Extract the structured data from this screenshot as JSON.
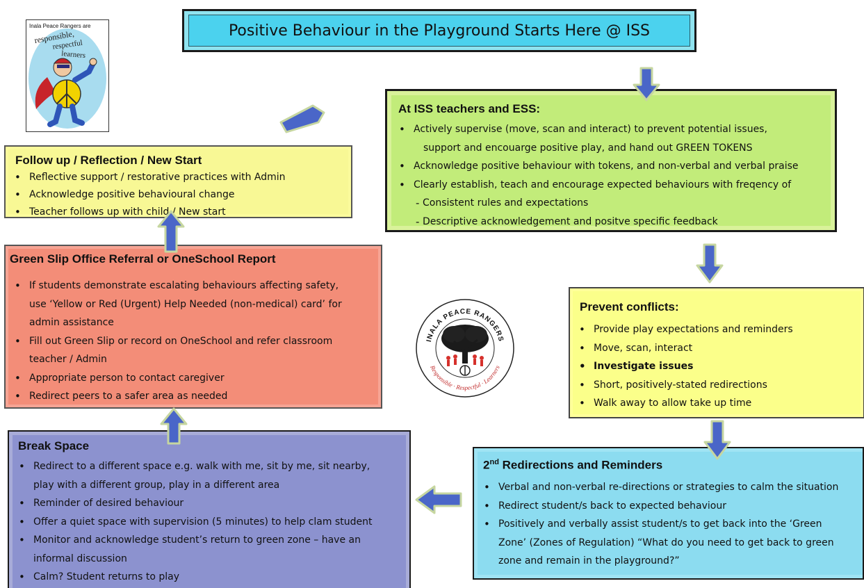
{
  "title": "Positive Behaviour in the Playground Starts Here @ ISS",
  "mascot": {
    "caption": "Inala Peace Rangers are",
    "words": [
      "responsible,",
      "respectful",
      "learners"
    ]
  },
  "logo": {
    "top_text": "INALA PEACE RANGERS",
    "bottom_text": "Responsible · Respectful · Learners"
  },
  "iss": {
    "heading": "At ISS teachers and ESS:",
    "items": [
      {
        "type": "bullet",
        "text": "Actively supervise (move, scan and interact) to prevent potential issues,"
      },
      {
        "type": "cont",
        "text": "support and encouarge positive play, and hand out GREEN TOKENS"
      },
      {
        "type": "bullet",
        "text": "Acknowledge positive behaviour with tokens, and non-verbal and verbal praise"
      },
      {
        "type": "bullet",
        "text": "Clearly establish, teach and encourage expected behaviours with freqency of"
      },
      {
        "type": "dash",
        "text": "Consistent rules and expectations"
      },
      {
        "type": "dash",
        "text": "Descriptive acknowledgement and positve specific feedback"
      }
    ]
  },
  "prevent": {
    "heading": "Prevent conflicts:",
    "items": [
      "Provide play expectations and reminders",
      "Move, scan, interact",
      "Investigate issues",
      "Short, positively-stated redirections",
      "Walk away to allow take up time"
    ]
  },
  "redirect": {
    "heading_prefix": "2",
    "heading_sup": "nd",
    "heading_rest": " Redirections and Reminders",
    "items": [
      {
        "type": "bullet",
        "text": "Verbal and non-verbal re-directions or strategies to calm the situation"
      },
      {
        "type": "bullet",
        "text": "Redirect student/s back to expected behaviour"
      },
      {
        "type": "bullet",
        "text": "Positively and verbally assist student/s to get back into the ‘Green"
      },
      {
        "type": "cont",
        "text": "Zone’ (Zones of Regulation) “What do you need to get back to green"
      },
      {
        "type": "cont",
        "text": "zone and remain in the playground?”"
      }
    ]
  },
  "break_space": {
    "heading": "Break Space",
    "items": [
      {
        "type": "bullet",
        "text": "Redirect to a different space e.g. walk with me, sit by me, sit nearby,"
      },
      {
        "type": "cont",
        "text": "play with a different group, play in a different area"
      },
      {
        "type": "bullet",
        "text": "Reminder of desired behaviour"
      },
      {
        "type": "bullet",
        "text": "Offer a quiet space with supervision (5 minutes) to help clam student"
      },
      {
        "type": "bullet",
        "text": "Monitor and acknowledge student’s return to green zone – have an"
      },
      {
        "type": "cont",
        "text": "informal discussion"
      },
      {
        "type": "bullet",
        "text": "Calm? Student returns to play"
      }
    ]
  },
  "green_slip": {
    "heading": "Green Slip Office Referral or OneSchool Report",
    "items": [
      {
        "type": "bullet",
        "text": "If students demonstrate escalating behaviours affecting safety,"
      },
      {
        "type": "cont",
        "text": "use ‘Yellow or Red (Urgent) Help Needed (non-medical) card’ for"
      },
      {
        "type": "cont",
        "text": "admin assistance"
      },
      {
        "type": "bullet",
        "text": "Fill out Green Slip or record on OneSchool and refer classroom"
      },
      {
        "type": "cont",
        "text": "teacher / Admin"
      },
      {
        "type": "bullet",
        "text": "Appropriate person to contact caregiver"
      },
      {
        "type": "bullet",
        "text": "Redirect peers to a safer area as needed"
      }
    ]
  },
  "follow_up": {
    "heading": "Follow up / Reflection / New Start",
    "items": [
      "Reflective support / restorative practices with Admin",
      "Acknowledge positive behavioural change",
      "Teacher follows up with child / New start"
    ]
  },
  "colors": {
    "arrow_fill": "#4a66c8",
    "arrow_stroke": "#2c3f8a",
    "arrow_glow": "#c6d6a0"
  }
}
